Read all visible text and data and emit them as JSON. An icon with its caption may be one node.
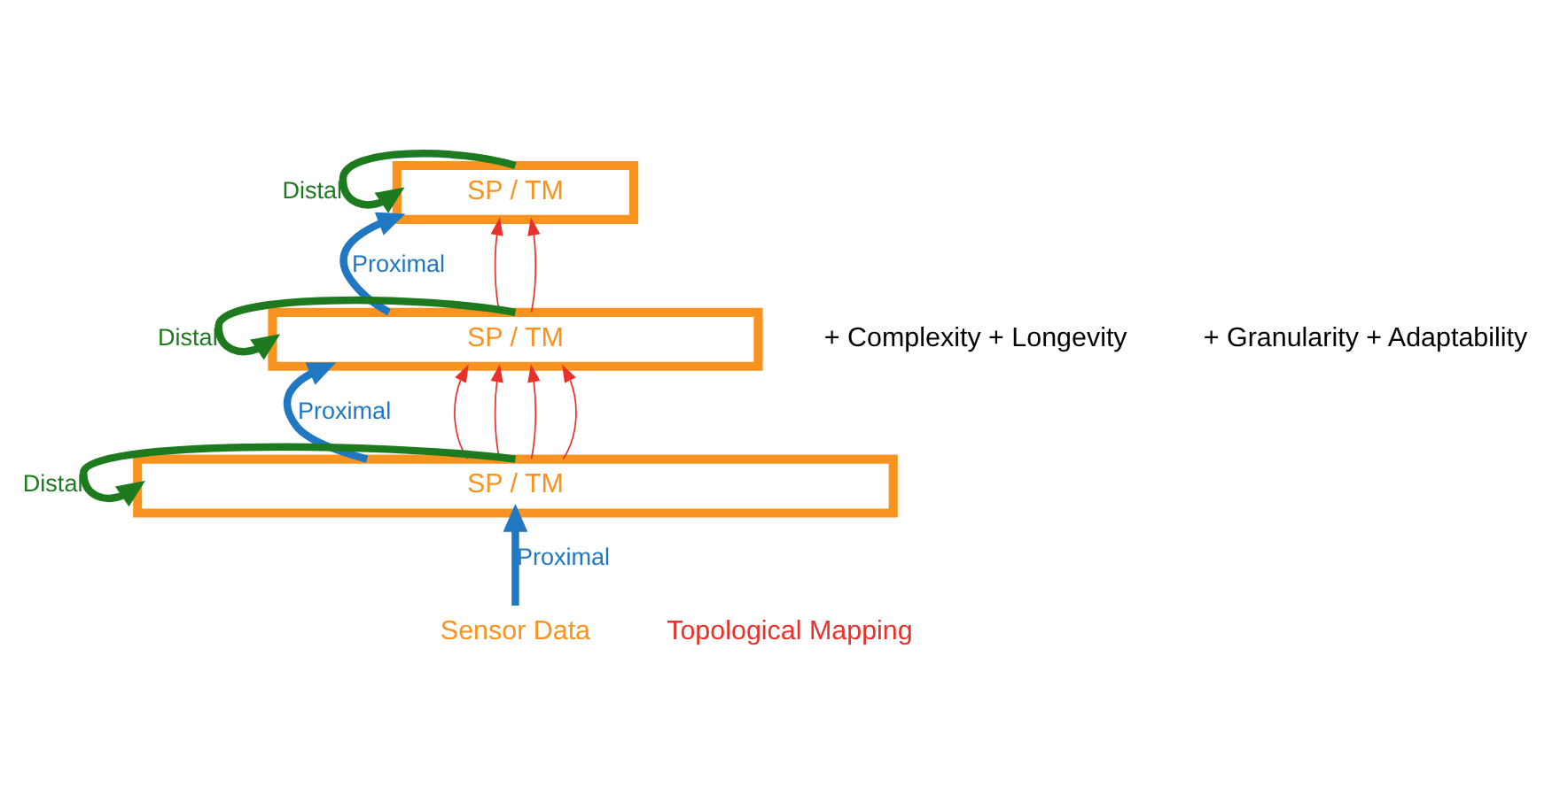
{
  "diagram": {
    "nodes": [
      {
        "text": [
          "SP / TM"
        ]
      },
      {
        "text": [
          "SP / TM"
        ]
      },
      {
        "text": [
          "SP / TM"
        ]
      },
      {
        "text": [
          "Sensor Data"
        ]
      }
    ],
    "edges": [
      {
        "from": 3,
        "to": 2,
        "arrow": "to",
        "label": "Proximal",
        "style": "thick",
        "color": "#1f78c1"
      },
      {
        "from": 2,
        "to": 1,
        "arrow": "to",
        "label": "Proximal",
        "style": "thick",
        "color": "#1f78c1"
      },
      {
        "from": 1,
        "to": 0,
        "arrow": "to",
        "label": "Proximal",
        "style": "thick",
        "color": "#1f78c1"
      },
      {
        "from": 0,
        "to": 0,
        "arrow": "to",
        "label": "Distal",
        "style": "thick",
        "color": "#1e7a1e"
      },
      {
        "from": 1,
        "to": 1,
        "arrow": "to",
        "label": "Distal",
        "style": "thick",
        "color": "#1e7a1e"
      },
      {
        "from": 2,
        "to": 2,
        "arrow": "to",
        "label": "Distal",
        "style": "thick",
        "color": "#1e7a1e"
      },
      {
        "from": 2,
        "to": 1,
        "arrow": "to"
      },
      {
        "from": 2,
        "to": 1,
        "arrow": "to"
      },
      {
        "from": 2,
        "to": 1,
        "arrow": "to"
      },
      {
        "from": 2,
        "to": 1,
        "arrow": "to"
      },
      {
        "from": 1,
        "to": 0,
        "arrow": "to"
      },
      {
        "from": 1,
        "to": 0,
        "arrow": "to"
      }
    ],
    "labels": [
      "+ Complexity + Longevity",
      "+ Granularity + Adaptability",
      "Topological Mapping"
    ]
  }
}
